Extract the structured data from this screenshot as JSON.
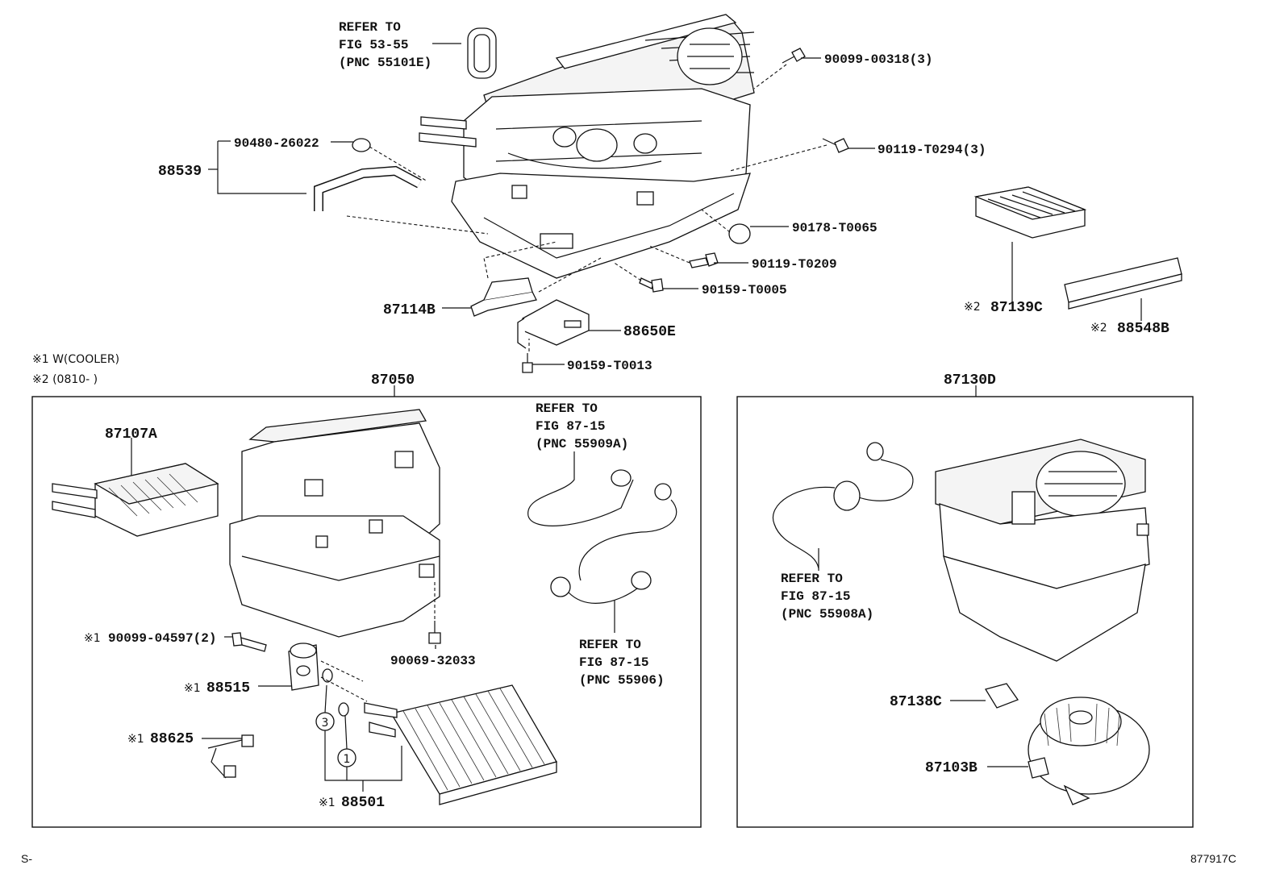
{
  "refs": {
    "fig53": [
      "REFER TO",
      "FIG 53-55",
      "(PNC 55101E)"
    ],
    "fig87a": [
      "REFER TO",
      "FIG 87-15",
      "(PNC 55909A)"
    ],
    "fig87b": [
      "REFER TO",
      "FIG 87-15",
      "(PNC 55906)"
    ],
    "fig87c": [
      "REFER TO",
      "FIG 87-15",
      "(PNC 55908A)"
    ]
  },
  "parts": {
    "p90099_00318": "90099-00318(3)",
    "p90119_T0294": "90119-T0294(3)",
    "p90480_26022": "90480-26022",
    "p88539": "88539",
    "p90178_T0065": "90178-T0065",
    "p90119_T0209": "90119-T0209",
    "p90159_T0005": "90159-T0005",
    "p87114B": "87114B",
    "p88650E": "88650E",
    "p90159_T0013": "90159-T0013",
    "p87139C": "87139C",
    "p88548B": "88548B",
    "p87050": "87050",
    "p87107A": "87107A",
    "p90099_04597": "90099-04597(2)",
    "p90069_32033": "90069-32033",
    "p88515": "88515",
    "p88625": "88625",
    "p88501": "88501",
    "p87130D": "87130D",
    "p87138C": "87138C",
    "p87103B": "87103B"
  },
  "markers": {
    "m1": "※1",
    "m2": "※2",
    "circle3": "3",
    "circle1": "1"
  },
  "notes": {
    "n1": "※1 W(COOLER)",
    "n2": "※2 (0810-      )"
  },
  "footer": {
    "left": "S-",
    "right": "877917C"
  }
}
